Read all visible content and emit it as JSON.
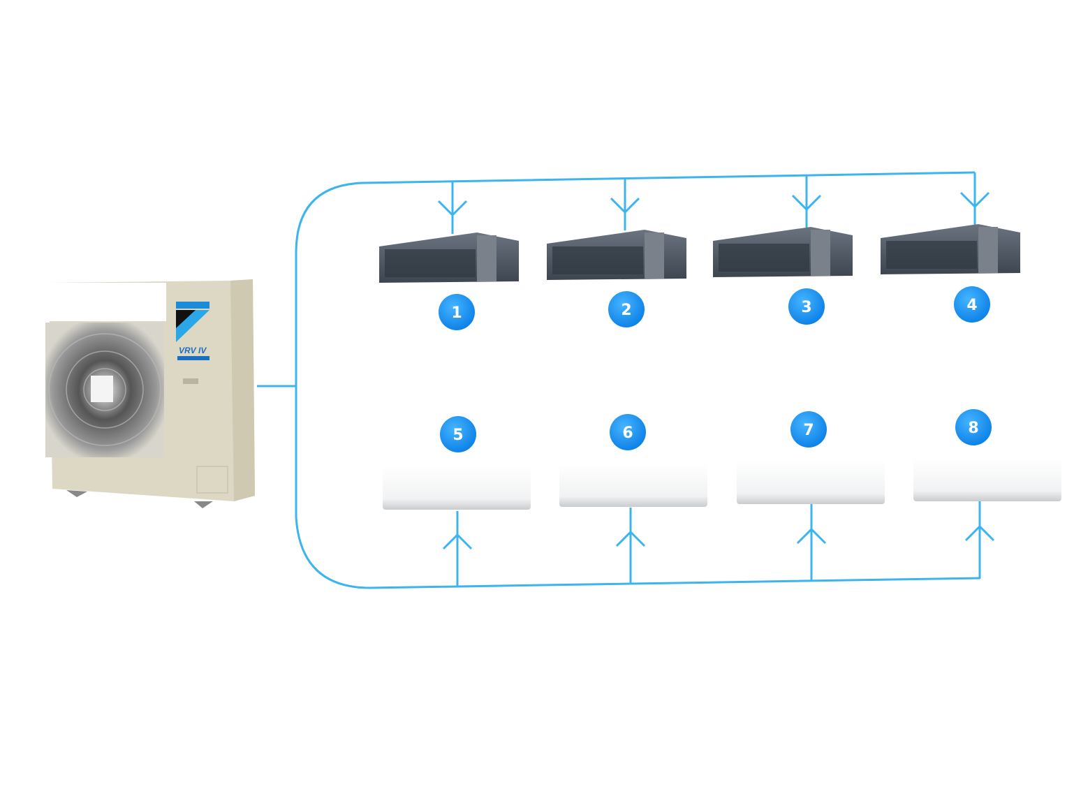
{
  "diagram": {
    "outdoor_unit": {
      "brand_logo": "DAIKIN",
      "model_logo": "VRV IV"
    },
    "indoor_units": [
      {
        "number": "1",
        "type": "ducted"
      },
      {
        "number": "2",
        "type": "ducted"
      },
      {
        "number": "3",
        "type": "ducted"
      },
      {
        "number": "4",
        "type": "ducted"
      },
      {
        "number": "5",
        "type": "wall-mounted"
      },
      {
        "number": "6",
        "type": "wall-mounted"
      },
      {
        "number": "7",
        "type": "wall-mounted"
      },
      {
        "number": "8",
        "type": "wall-mounted"
      }
    ],
    "colors": {
      "pipe": "#3cb4ee",
      "badge": "#1e90f0"
    }
  }
}
